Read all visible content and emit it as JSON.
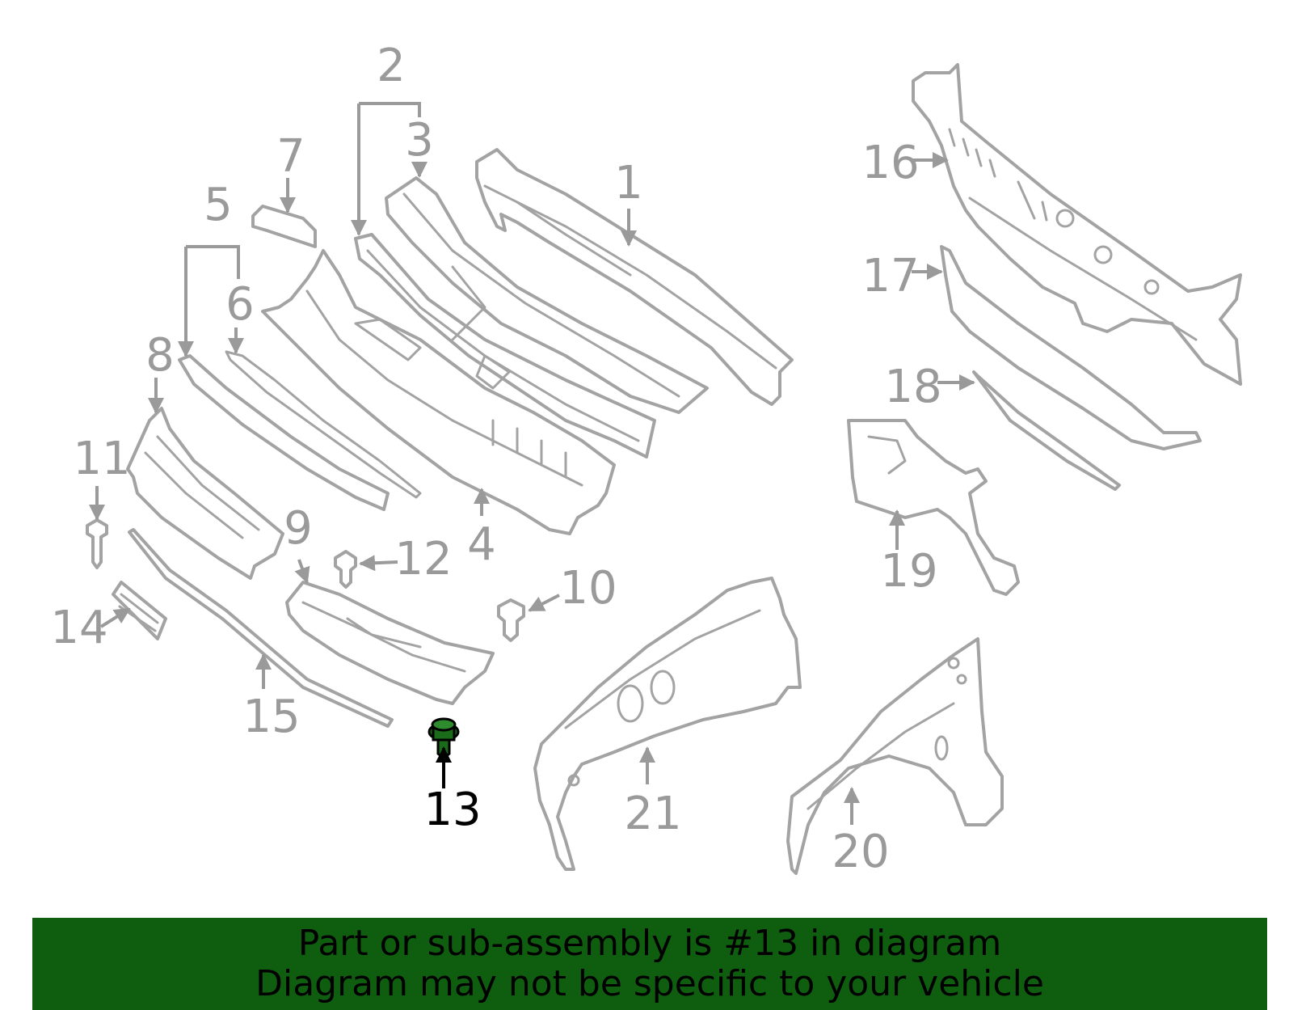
{
  "diagram": {
    "highlight_color": "#1a6b1a",
    "line_color": "#a3a3a3",
    "labels": {
      "p1": "1",
      "p2": "2",
      "p3": "3",
      "p4": "4",
      "p5": "5",
      "p6": "6",
      "p7": "7",
      "p8": "8",
      "p9": "9",
      "p10": "10",
      "p11": "11",
      "p12": "12",
      "p13": "13",
      "p14": "14",
      "p15": "15",
      "p16": "16",
      "p17": "17",
      "p18": "18",
      "p19": "19",
      "p20": "20",
      "p21": "21"
    },
    "highlighted_part": "13"
  },
  "banner": {
    "line1": "Part or sub-assembly is #13 in diagram",
    "line2": "Diagram may not be specific to your vehicle",
    "background": "#0f5e0f"
  }
}
